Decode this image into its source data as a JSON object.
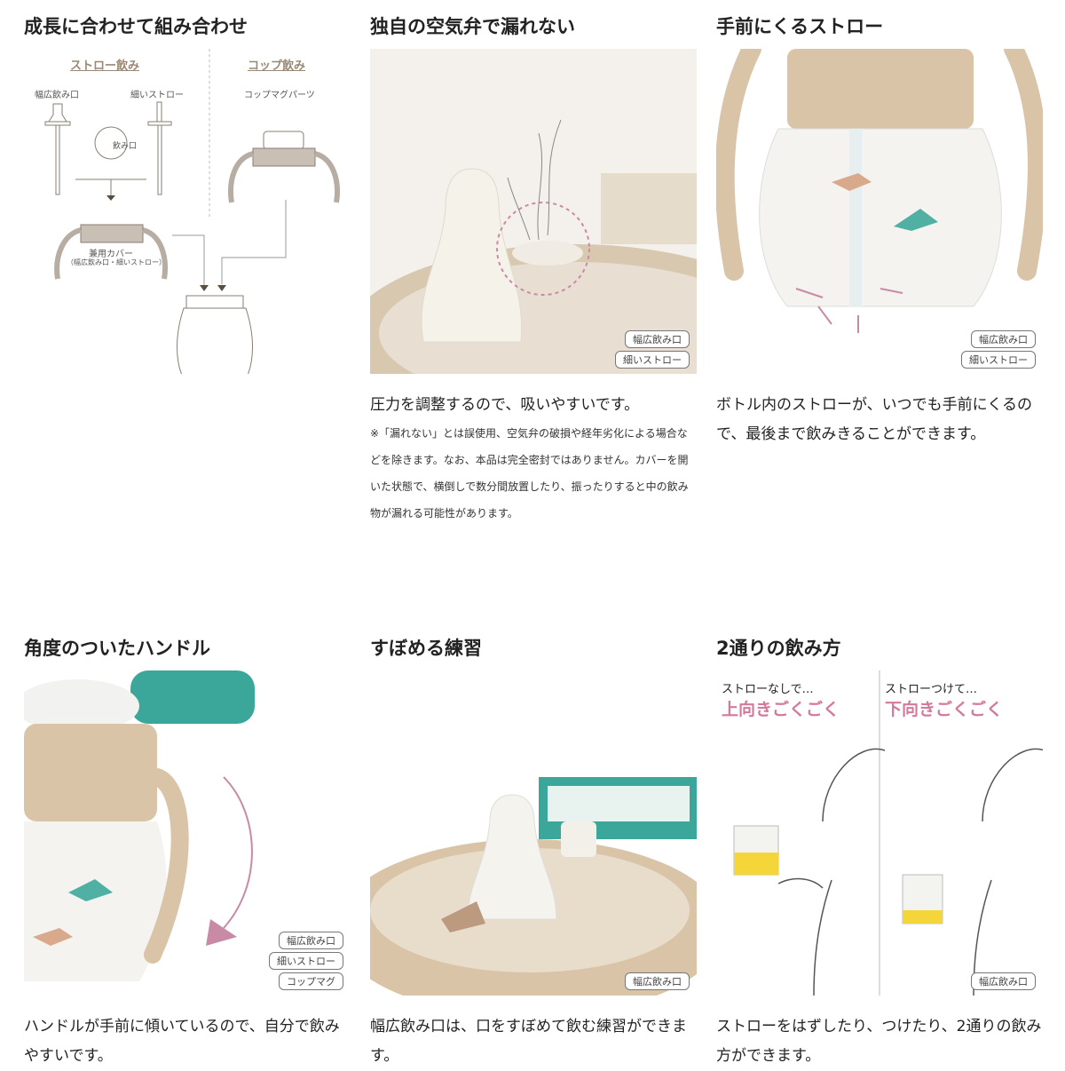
{
  "features": [
    {
      "title": "成長に合わせて組み合わせ",
      "diagram": {
        "straw_heading": "ストロー飲み",
        "cup_heading": "コップ飲み",
        "wide_spout": "幅広飲み口",
        "thin_straw": "細いストロー",
        "spout_circle": "飲み口",
        "cup_parts": "コップマグパーツ",
        "cover_label": "兼用カバー",
        "cover_sub": "（幅広飲み口・細いストロー）"
      }
    },
    {
      "title": "独自の空気弁で漏れない",
      "tags": [
        "幅広飲み口",
        "細いストロー"
      ],
      "text": "圧力を調整するので、吸いやすいです。",
      "note": "※「漏れない」とは誤使用、空気弁の破損や経年劣化による場合などを除きます。なお、本品は完全密封ではありません。カバーを開いた状態で、横倒しで数分間放置したり、振ったりすると中の飲み物が漏れる可能性があります。"
    },
    {
      "title": "手前にくるストロー",
      "tags": [
        "幅広飲み口",
        "細いストロー"
      ],
      "text": "ボトル内のストローが、いつでも手前にくるので、最後まで飲みきることができます。"
    },
    {
      "title": "角度のついたハンドル",
      "tags": [
        "幅広飲み口",
        "細いストロー",
        "コップマグ"
      ],
      "text": "ハンドルが手前に傾いているので、自分で飲みやすいです。"
    },
    {
      "title": "すぼめる練習",
      "tags": [
        "幅広飲み口"
      ],
      "text": "幅広飲み口は、口をすぼめて飲む練習ができます。"
    },
    {
      "title": "2通りの飲み方",
      "tags": [
        "幅広飲み口"
      ],
      "left_caption": "ストローなしで…",
      "left_emphasis": "上向きごくごく",
      "right_caption": "ストローつけて…",
      "right_emphasis": "下向きごくごく",
      "text": "ストローをはずしたり、つけたり、2通りの飲み方ができます。"
    }
  ],
  "colors": {
    "accent_pink": "#d4799a",
    "beige": "#d9c4a8",
    "teal": "#3aa79a"
  }
}
